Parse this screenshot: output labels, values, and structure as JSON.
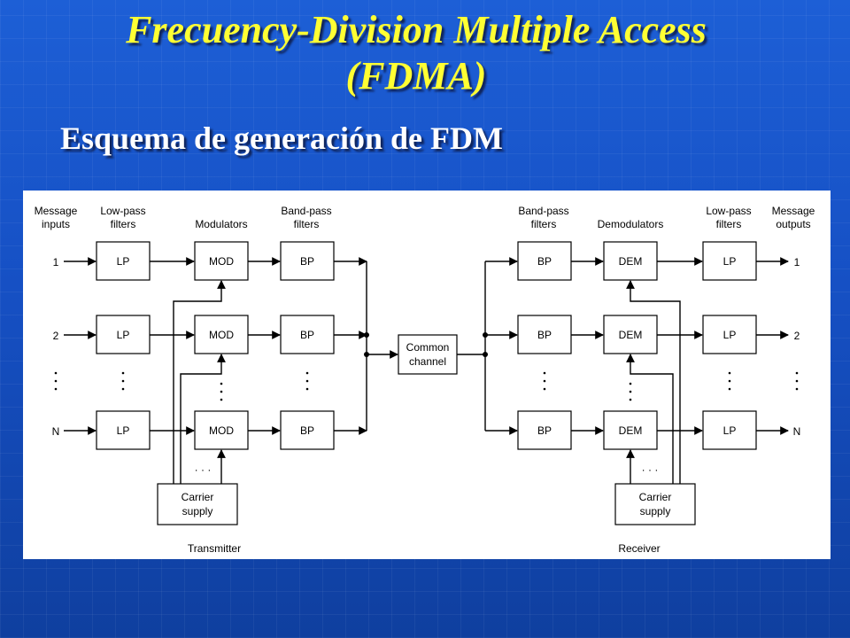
{
  "title": {
    "line1": "Frecuency-Division Multiple Access",
    "line2": "(FDMA)"
  },
  "subtitle": "Esquema de generación de FDM",
  "diagram": {
    "col_message_inputs": [
      "Message",
      "inputs"
    ],
    "col_lowpass": [
      "Low-pass",
      "filters"
    ],
    "col_modulators": "Modulators",
    "col_bandpass": [
      "Band-pass",
      "filters"
    ],
    "col_demodulators": "Demodulators",
    "col_message_outputs": [
      "Message",
      "outputs"
    ],
    "inputs": [
      "1",
      "2",
      "N"
    ],
    "outputs": [
      "1",
      "2",
      "N"
    ],
    "lp": "LP",
    "mod": "MOD",
    "bp": "BP",
    "dem": "DEM",
    "channel": [
      "Common",
      "channel"
    ],
    "carrier": [
      "Carrier",
      "supply"
    ],
    "transmitter_label": "Transmitter",
    "receiver_label": "Receiver",
    "ellipsis": "· · ·"
  }
}
